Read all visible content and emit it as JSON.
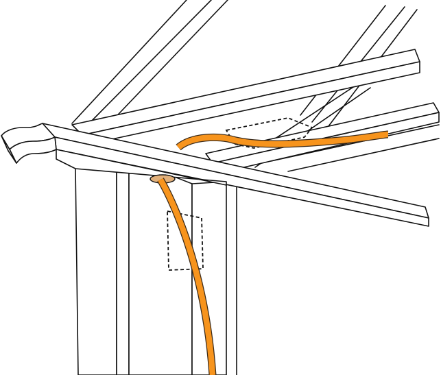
{
  "colors": {
    "line": "#111111",
    "background": "#ffffff",
    "cable": "#f7941d",
    "cable_outline": "#3a2a1a",
    "hole": "#e2b07a"
  },
  "elements": {
    "rafters": "rafters",
    "header_beam": "header-beam",
    "post": "post",
    "cable": "orange-cable",
    "drilled_hole": "drilled-hole",
    "junction_box_post": "junction-box-outline",
    "junction_box_rafter": "junction-box-outline"
  }
}
